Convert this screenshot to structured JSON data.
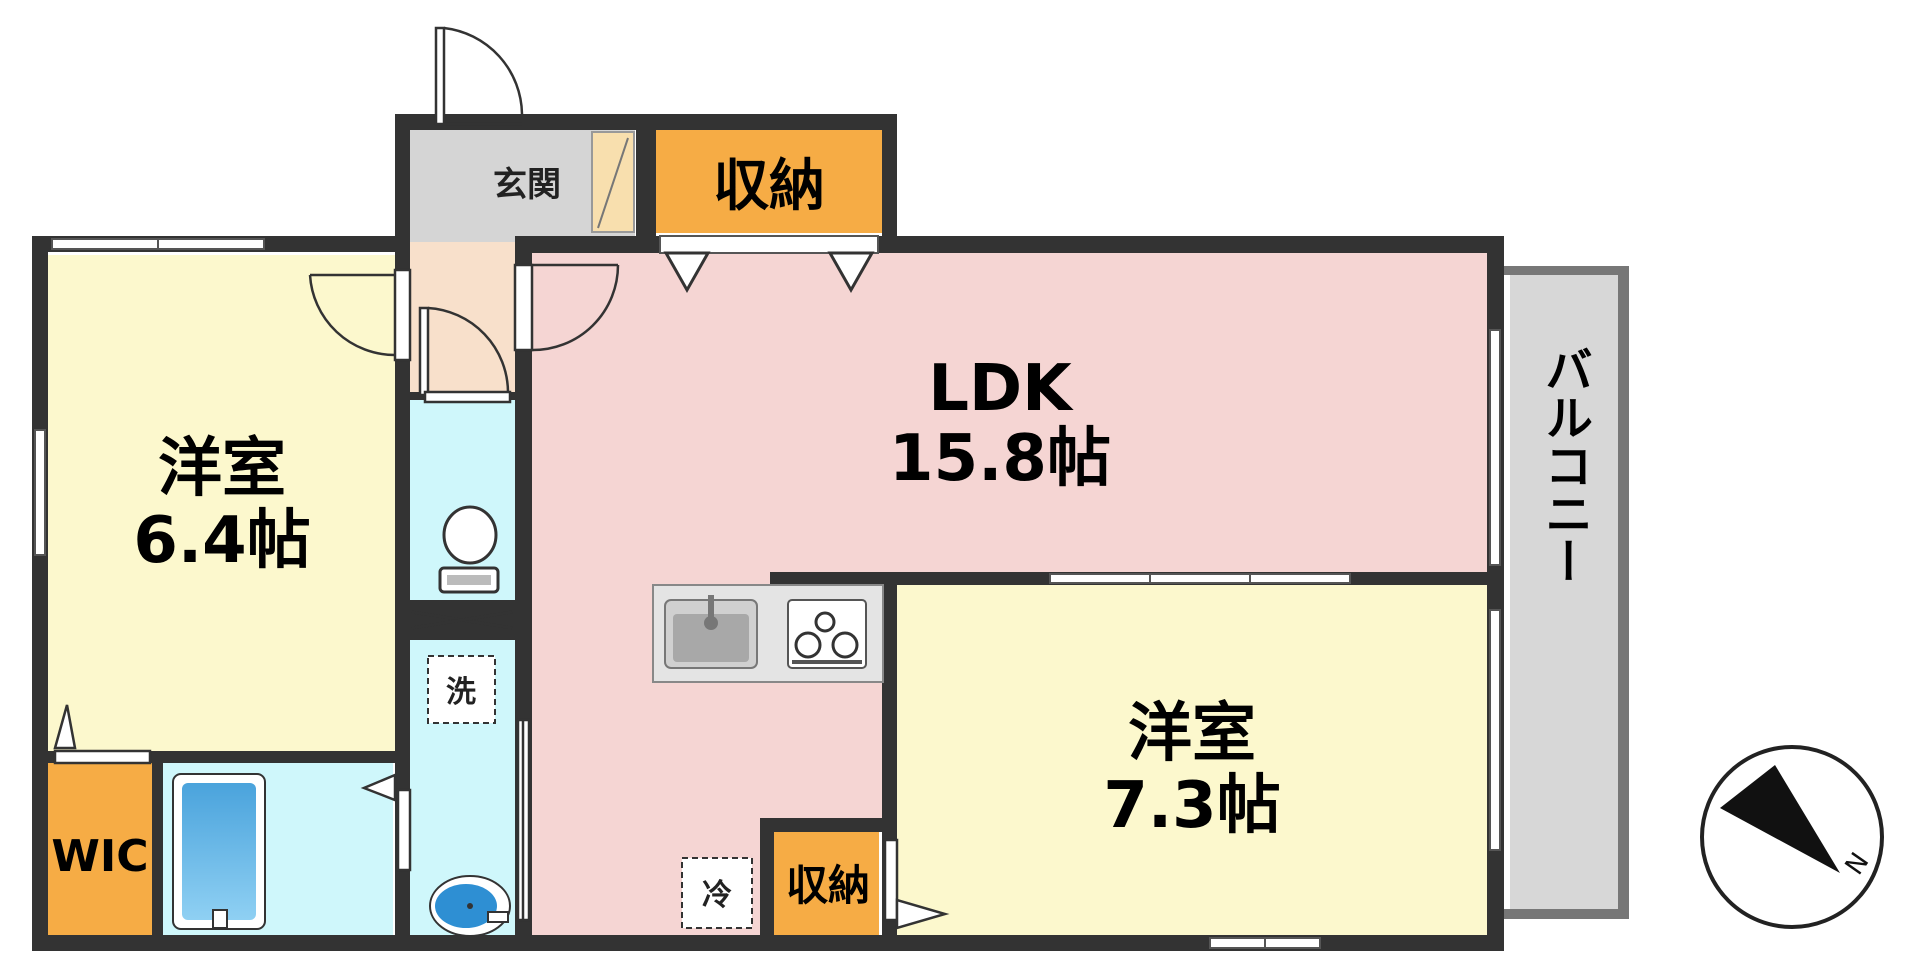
{
  "rooms": {
    "ldk": {
      "name": "LDK",
      "size": "15.8帖"
    },
    "western_1": {
      "name": "洋室",
      "size": "6.4帖"
    },
    "western_2": {
      "name": "洋室",
      "size": "7.3帖"
    },
    "entrance": {
      "name": "玄関"
    },
    "storage_top": {
      "name": "収納"
    },
    "storage_bottom": {
      "name": "収納"
    },
    "wic": {
      "name": "WIC"
    },
    "balcony": {
      "name": "バルコニー"
    }
  },
  "fixtures": {
    "washer": "洗",
    "fridge": "冷"
  },
  "compass": {
    "label": "N"
  },
  "colors": {
    "wall": "#333333",
    "ldk": "#f5d5d3",
    "western": "#fcf8cd",
    "storage": "#f6ac45",
    "wet_area": "#cff7fb",
    "hall": "#f8e0cb",
    "entrance": "#d5d5d5",
    "balcony": "#d7d7d7"
  }
}
